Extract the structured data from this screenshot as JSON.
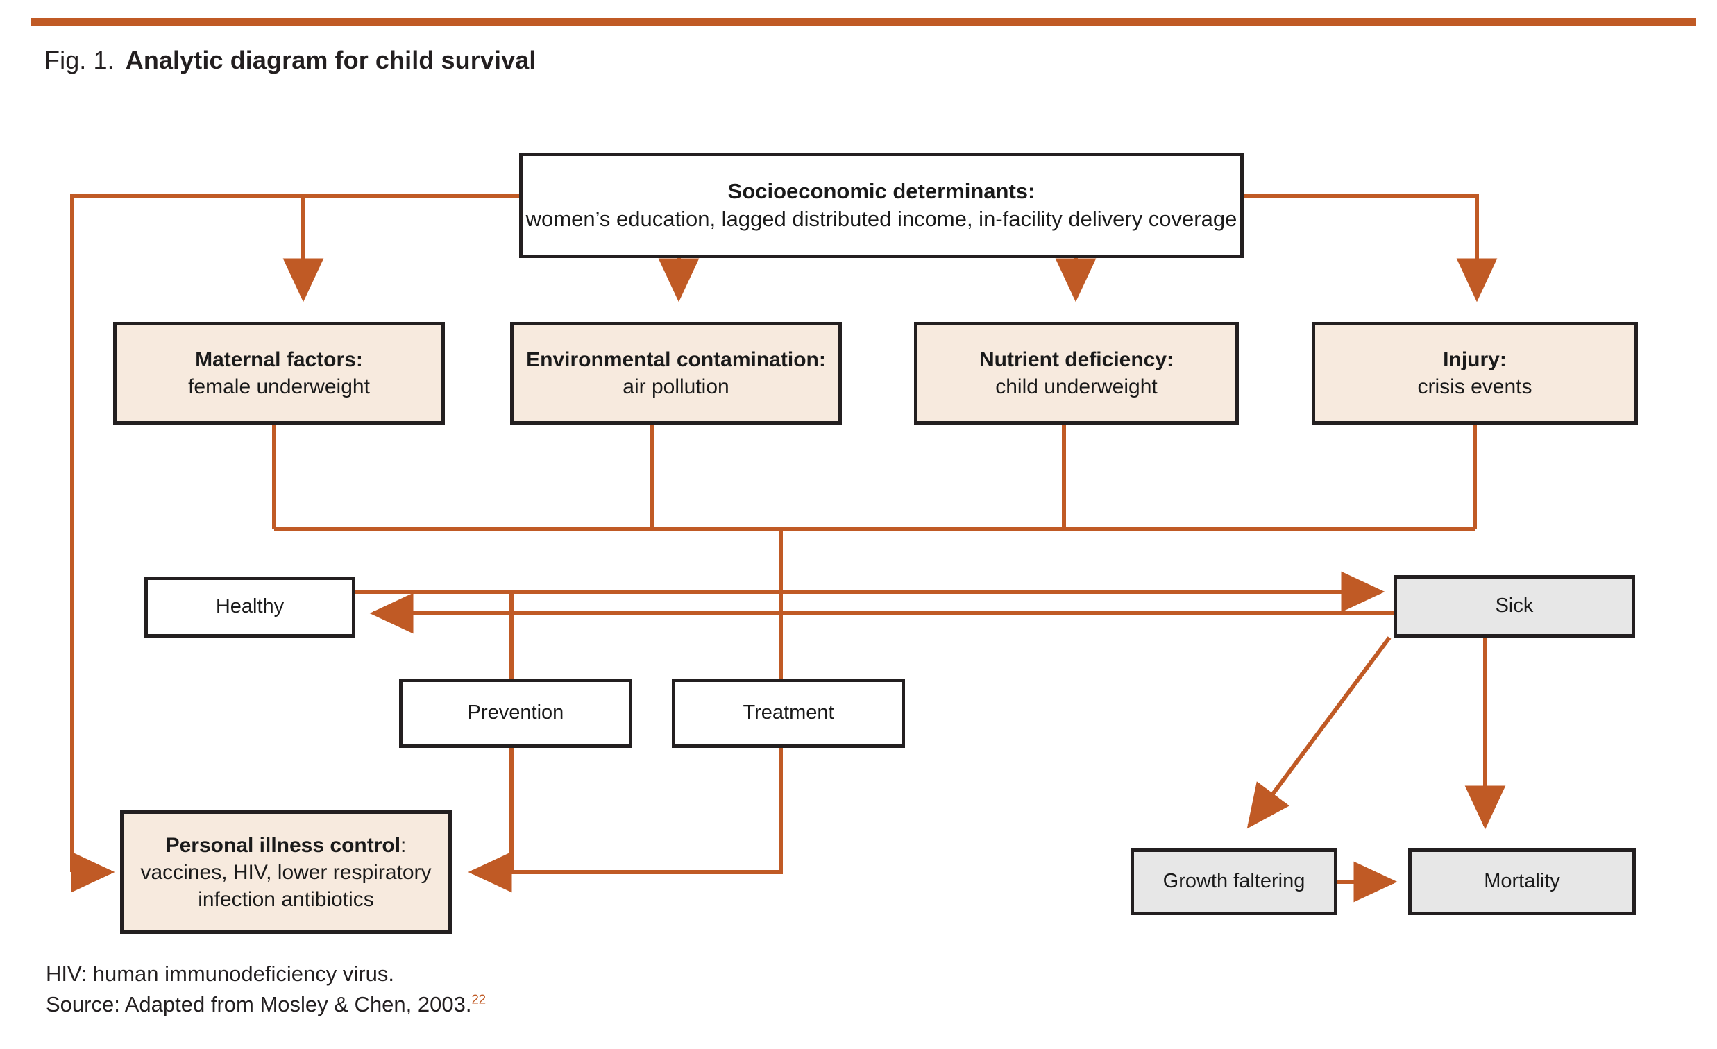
{
  "figure": {
    "number": "Fig. 1.",
    "title": "Analytic diagram for child survival",
    "rule_color": "#c05a25",
    "connector_color": "#c05a25"
  },
  "nodes": {
    "socioeconomic": {
      "line1": "Socioeconomic determinants:",
      "line2": "women’s education, lagged distributed income, in-facility delivery coverage",
      "fill": "#ffffff"
    },
    "maternal": {
      "line1": "Maternal factors:",
      "line2": "female underweight",
      "fill": "#f7eade"
    },
    "environment": {
      "line1": "Environmental contamination:",
      "line2": "air pollution",
      "fill": "#f7eade"
    },
    "nutrient": {
      "line1": "Nutrient deficiency:",
      "line2": "child underweight",
      "fill": "#f7eade"
    },
    "injury": {
      "line1": "Injury:",
      "line2": "crisis events",
      "fill": "#f7eade"
    },
    "healthy": {
      "line1": "Healthy",
      "fill": "#ffffff"
    },
    "sick": {
      "line1": "Sick",
      "fill": "#e7e7e7"
    },
    "prevention": {
      "line1": "Prevention",
      "fill": "#ffffff"
    },
    "treatment": {
      "line1": "Treatment",
      "fill": "#ffffff"
    },
    "personal": {
      "line1": "Personal illness control",
      "line1_suffix": ":",
      "line2": "vaccines, HIV, lower respiratory",
      "line3": "infection antibiotics",
      "fill": "#f7eade"
    },
    "growth": {
      "line1": "Growth faltering",
      "fill": "#e7e7e7"
    },
    "mortality": {
      "line1": "Mortality",
      "fill": "#e7e7e7"
    }
  },
  "footnotes": {
    "abbreviation": "HIV: human immunodeficiency virus.",
    "source": "Source: Adapted from Mosley & Chen, 2003.",
    "source_ref": "22"
  }
}
